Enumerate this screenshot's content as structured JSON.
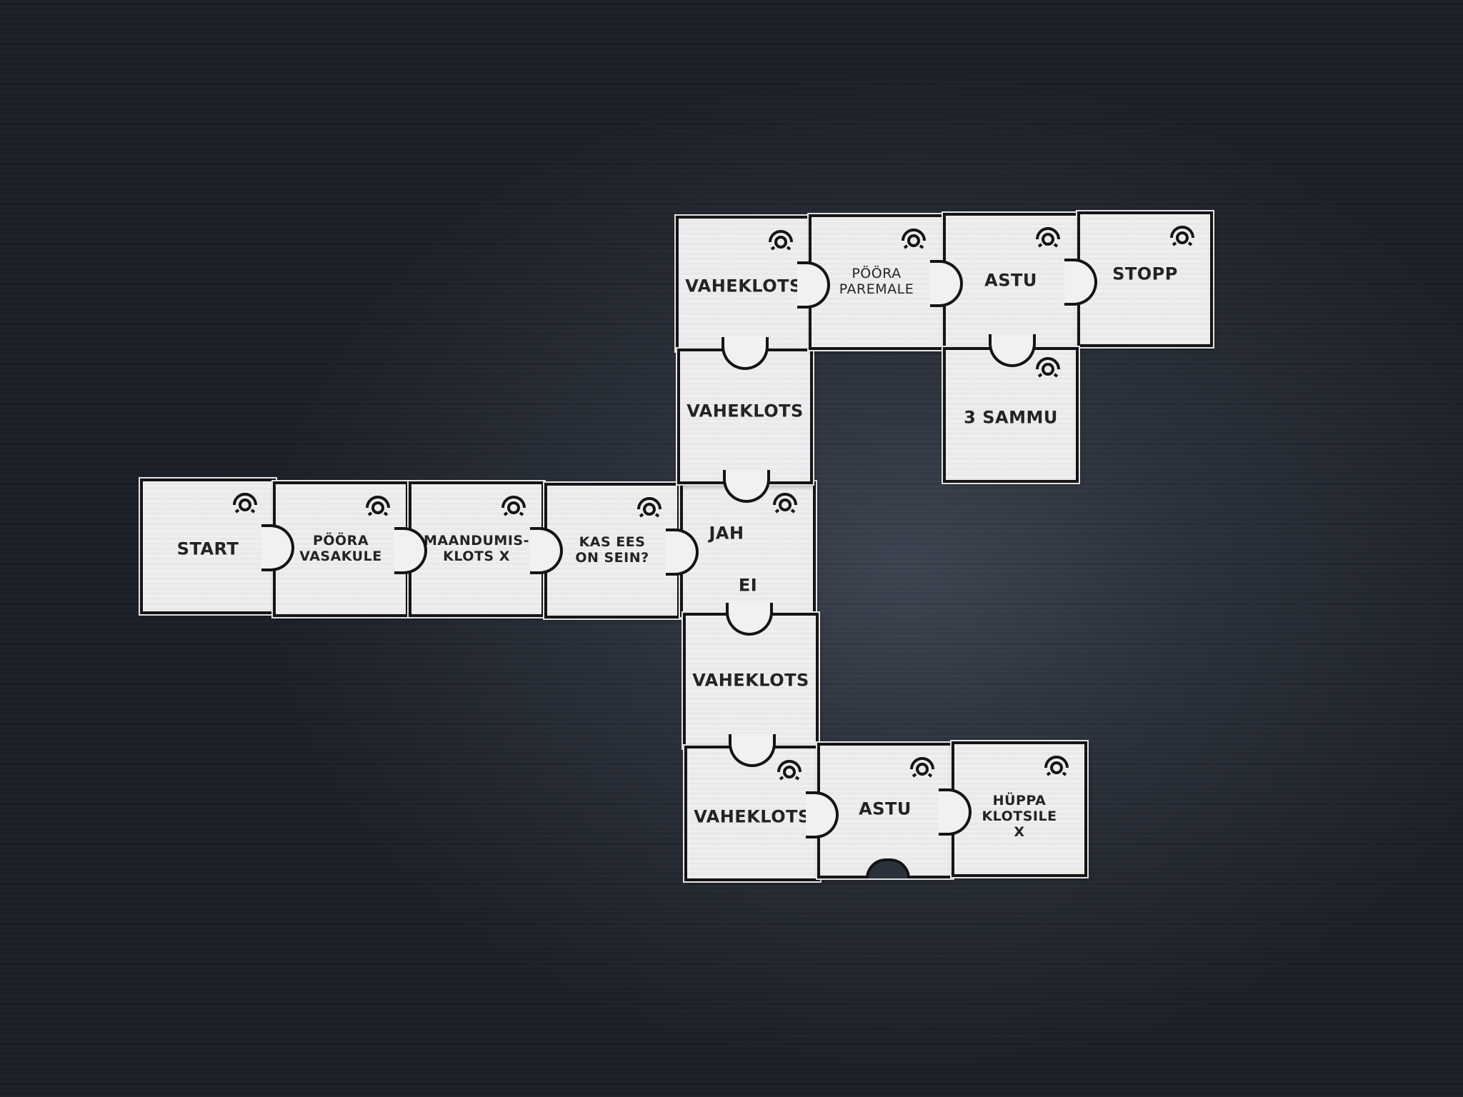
{
  "board": {
    "background_color": "#2b313b",
    "tile_color": "#f1f1f3",
    "ink_color": "#141414"
  },
  "tiles": {
    "start": {
      "label": "START",
      "icon": "sensor-icon"
    },
    "poora_vasakule": {
      "label": "PÖÖRA\nVASAKULE",
      "icon": "sensor-icon"
    },
    "maandumisklots": {
      "label": "MAANDUMIS-\nKLOTS X",
      "icon": "sensor-icon"
    },
    "kas_ees": {
      "label": "KAS EES\nON SEIN?",
      "icon": "sensor-icon"
    },
    "jah_ei": {
      "label_top": "JAH",
      "label_bottom": "EI",
      "icon": "sensor-icon"
    },
    "vaheklots_top1": {
      "label": "VAHEKLOTS",
      "icon": "sensor-icon"
    },
    "vaheklots_top2": {
      "label": "VAHEKLOTS"
    },
    "poora_paremale": {
      "label": "PÖÖRA\nPAREMALE",
      "icon": "sensor-icon"
    },
    "astu_top": {
      "label": "ASTU",
      "icon": "sensor-icon"
    },
    "stopp": {
      "label": "STOPP",
      "icon": "sensor-icon"
    },
    "kolm_sammu": {
      "label": "3 SAMMU",
      "icon": "sensor-icon"
    },
    "vaheklots_mid": {
      "label": "VAHEKLOTS"
    },
    "vaheklots_bottom": {
      "label": "VAHEKLOTS",
      "icon": "sensor-icon"
    },
    "astu_bottom": {
      "label": "ASTU",
      "icon": "sensor-icon"
    },
    "huppa": {
      "label": "HÜPPA\nKLOTSILE\nX",
      "icon": "sensor-icon"
    }
  }
}
